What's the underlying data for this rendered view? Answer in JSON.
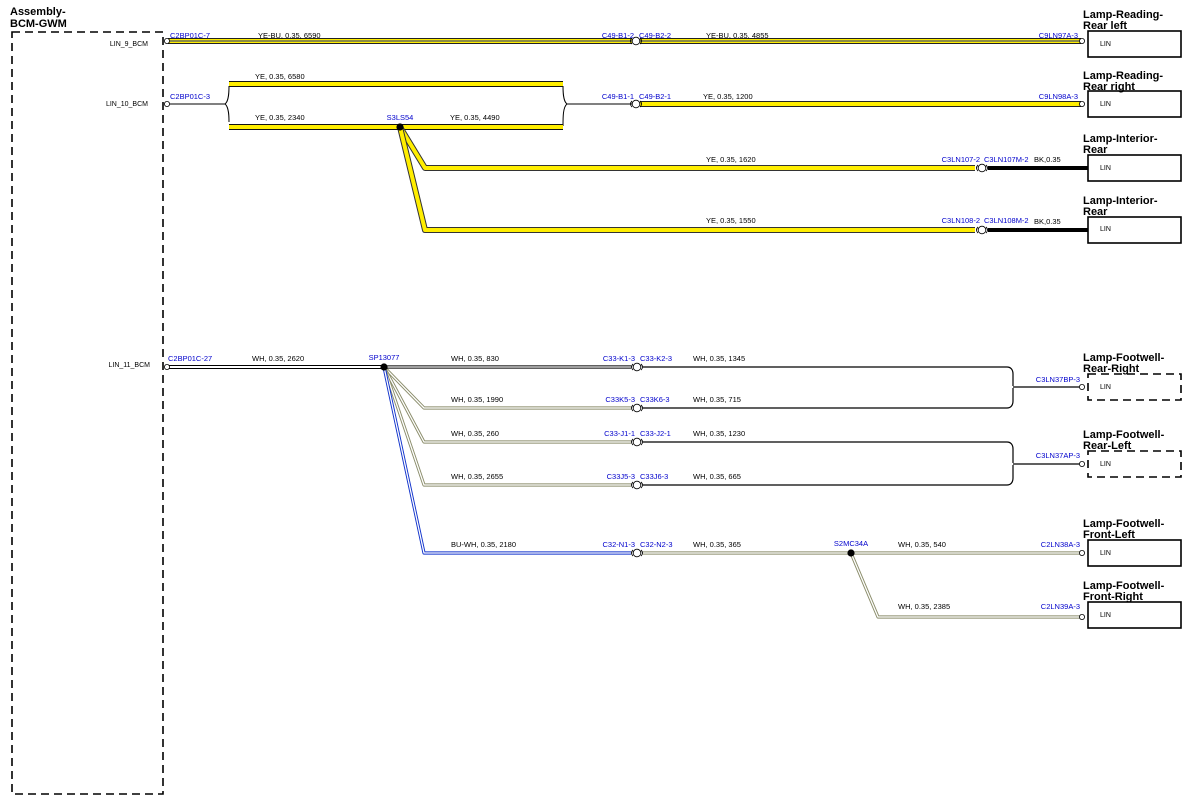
{
  "colors": {
    "yellow": "#ffee00",
    "yellow_blue": "#1a2a88",
    "white_wire": "#a8aa88",
    "blue_wire": "#1133cc",
    "black_wire": "#000000",
    "connector_label": "#0000cc"
  },
  "bcm": {
    "title_line1": "Assembly-",
    "title_line2": "BCM-GWM"
  },
  "pins": {
    "lin9": "LIN_9_BCM",
    "lin10": "LIN_10_BCM",
    "lin11": "LIN_11_BCM"
  },
  "connectors": {
    "c2bp01c_7": "C2BP01C-7",
    "c2bp01c_3": "C2BP01C-3",
    "c2bp01c_27": "C2BP01C-27",
    "c49_b1_2": "C49-B1-2",
    "c49_b2_2": "C49-B2-2",
    "c49_b1_1": "C49-B1-1",
    "c49_b2_1": "C49-B2-1",
    "c9ln97a_3": "C9LN97A-3",
    "c9ln98a_3": "C9LN98A-3",
    "c3ln107_2": "C3LN107-2",
    "c3ln107m_2": "C3LN107M-2",
    "c3ln108_2": "C3LN108-2",
    "c3ln108m_2": "C3LN108M-2",
    "c33_k1_3": "C33-K1-3",
    "c33_k2_3": "C33-K2-3",
    "c33k5_3": "C33K5-3",
    "c33k6_3": "C33K6-3",
    "c33_j1_1": "C33-J1-1",
    "c33_j2_1": "C33-J2-1",
    "c33j5_3": "C33J5-3",
    "c33j6_3": "C33J6-3",
    "c32_n1_3": "C32-N1-3",
    "c32_n2_3": "C32-N2-3",
    "c3ln37bp_3": "C3LN37BP-3",
    "c3ln37ap_3": "C3LN37AP-3",
    "c2ln38a_3": "C2LN38A-3",
    "c2ln39a_3": "C2LN39A-3"
  },
  "splices": {
    "s3ls54": "S3LS54",
    "sp13077": "SP13077",
    "s2mc34a": "S2MC34A"
  },
  "wires": {
    "w1": "YE-BU,  0.35,  6590",
    "w2": "YE-BU,  0.35,  4855",
    "w3": "YE,  0.35,  6580",
    "w4": "YE,  0.35,  2340",
    "w5": "YE,  0.35,  4490",
    "w6": "YE,  0.35,  1200",
    "w7": "YE,  0.35,  1620",
    "w8": "YE,  0.35,  1550",
    "bk1": "BK,0.35",
    "bk2": "BK,0.35",
    "w9": "WH,  0.35,  2620",
    "w10": "WH,  0.35,  830",
    "w11": "WH,  0.35,  1345",
    "w12": "WH,  0.35,  1990",
    "w13": "WH,  0.35,  715",
    "w14": "WH,  0.35,  260",
    "w15": "WH,  0.35,  1230",
    "w16": "WH,  0.35,  2655",
    "w17": "WH,  0.35,  665",
    "w18": "BU-WH,  0.35,  2180",
    "w19": "WH,  0.35,  365",
    "w20": "WH,  0.35,  540",
    "w21": "WH,  0.35,  2385"
  },
  "components": {
    "rl_1": "Lamp-Reading-",
    "rl_2": "Rear left",
    "rl_pin": "LIN",
    "rr_1": "Lamp-Reading-",
    "rr_2": "Rear right",
    "rr_pin": "LIN",
    "ir1_1": "Lamp-Interior-",
    "ir1_2": "Rear",
    "ir1_pin": "LIN",
    "ir2_1": "Lamp-Interior-",
    "ir2_2": "Rear",
    "ir2_pin": "LIN",
    "frr_1": "Lamp-Footwell-",
    "frr_2": "Rear-Right",
    "frr_pin": "LIN",
    "frl_1": "Lamp-Footwell-",
    "frl_2": "Rear-Left",
    "frl_pin": "LIN",
    "ffl_1": "Lamp-Footwell-",
    "ffl_2": "Front-Left",
    "ffl_pin": "LIN",
    "ffr_1": "Lamp-Footwell-",
    "ffr_2": "Front-Right",
    "ffr_pin": "LIN"
  }
}
